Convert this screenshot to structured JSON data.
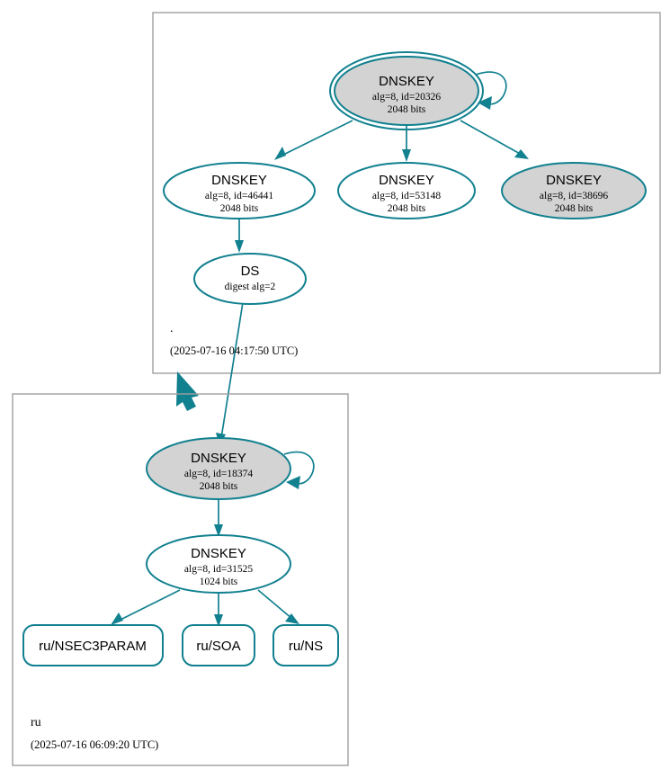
{
  "diagram": {
    "type": "dnssec-chain-of-trust",
    "zones": [
      {
        "id": "root",
        "name": ".",
        "timestamp": "(2025-07-16 04:17:50 UTC)",
        "nodes": [
          {
            "id": "root-ksk-20326",
            "kind": "DNSKEY",
            "title": "DNSKEY",
            "line2": "alg=8, id=20326",
            "line3": "2048 bits",
            "fill": "#d3d3d3",
            "trust_anchor": true,
            "self_signed": true
          },
          {
            "id": "root-zsk-46441",
            "kind": "DNSKEY",
            "title": "DNSKEY",
            "line2": "alg=8, id=46441",
            "line3": "2048 bits",
            "fill": "#ffffff",
            "trust_anchor": false,
            "self_signed": false
          },
          {
            "id": "root-zsk-53148",
            "kind": "DNSKEY",
            "title": "DNSKEY",
            "line2": "alg=8, id=53148",
            "line3": "2048 bits",
            "fill": "#ffffff",
            "trust_anchor": false,
            "self_signed": false
          },
          {
            "id": "root-ksk-38696",
            "kind": "DNSKEY",
            "title": "DNSKEY",
            "line2": "alg=8, id=38696",
            "line3": "2048 bits",
            "fill": "#d3d3d3",
            "trust_anchor": false,
            "self_signed": false
          },
          {
            "id": "root-ds",
            "kind": "DS",
            "title": "DS",
            "line2": "digest alg=2",
            "line3": "",
            "fill": "#ffffff",
            "trust_anchor": false,
            "self_signed": false
          }
        ]
      },
      {
        "id": "ru",
        "name": "ru",
        "timestamp": "(2025-07-16 06:09:20 UTC)",
        "nodes": [
          {
            "id": "ru-ksk-18374",
            "kind": "DNSKEY",
            "title": "DNSKEY",
            "line2": "alg=8, id=18374",
            "line3": "2048 bits",
            "fill": "#d3d3d3",
            "trust_anchor": false,
            "self_signed": true
          },
          {
            "id": "ru-zsk-31525",
            "kind": "DNSKEY",
            "title": "DNSKEY",
            "line2": "alg=8, id=31525",
            "line3": "1024 bits",
            "fill": "#ffffff",
            "trust_anchor": false,
            "self_signed": false
          }
        ],
        "rrsets": [
          {
            "id": "ru-nsec3param",
            "label": "ru/NSEC3PARAM"
          },
          {
            "id": "ru-soa",
            "label": "ru/SOA"
          },
          {
            "id": "ru-ns",
            "label": "ru/NS"
          }
        ]
      }
    ],
    "colors": {
      "accent": "#11808f",
      "node_secure_fill": "#d3d3d3",
      "node_plain_fill": "#ffffff",
      "zone_border": "#a0a0a0"
    }
  }
}
